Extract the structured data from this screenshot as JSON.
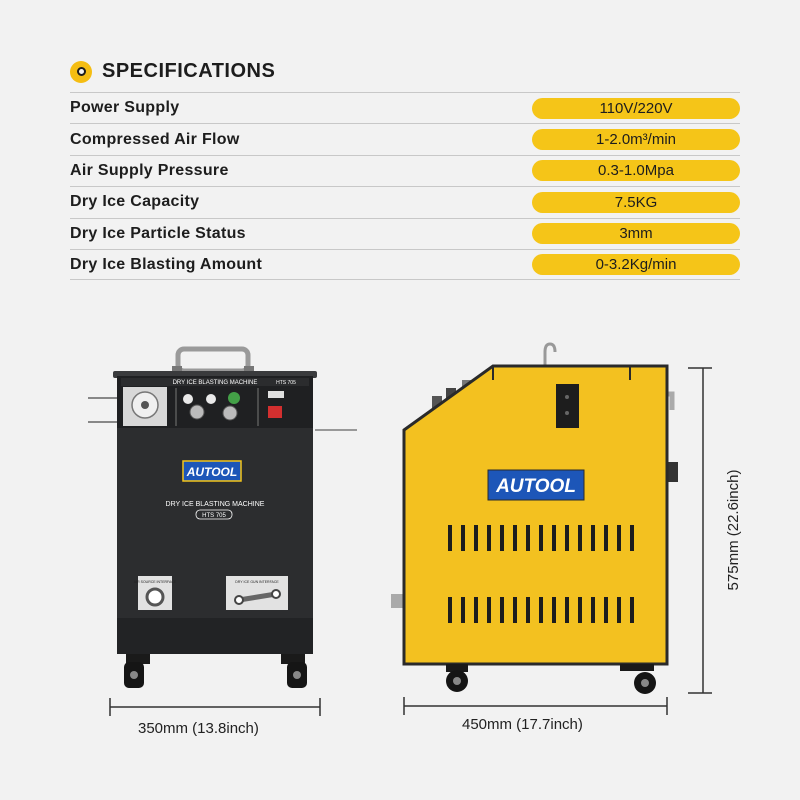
{
  "specs": {
    "title": "SPECIFICATIONS",
    "rows": [
      {
        "label": "Power Supply",
        "value": "110V/220V"
      },
      {
        "label": "Compressed Air Flow",
        "value": "1-2.0m³/min"
      },
      {
        "label": "Air Supply Pressure",
        "value": "0.3-1.0Mpa"
      },
      {
        "label": "Dry Ice Capacity",
        "value": "7.5KG"
      },
      {
        "label": "Dry Ice Particle Status",
        "value": "3mm"
      },
      {
        "label": "Dry Ice Blasting Amount",
        "value": "0-3.2Kg/min"
      }
    ]
  },
  "front_view": {
    "brand": "AUTOOL",
    "panel_title": "DRY ICE BLASTING MACHINE",
    "model_small": "HTS 705",
    "body_title": "DRY ICE BLASTING MACHINE",
    "model": "HTS 705",
    "port_left": "AIR SOURCE INTERFACE",
    "port_right": "DRY ICE GUN INTERFACE"
  },
  "side_view": {
    "brand": "AUTOOL"
  },
  "dimensions": {
    "width_front": "350mm (13.8inch)",
    "width_side": "450mm (17.7inch)",
    "height": "575mm (22.6inch)"
  },
  "colors": {
    "accent": "#f5c518",
    "machine_yellow": "#f3c120",
    "machine_dark": "#2c2d2f",
    "brand_blue": "#1d56b8"
  }
}
